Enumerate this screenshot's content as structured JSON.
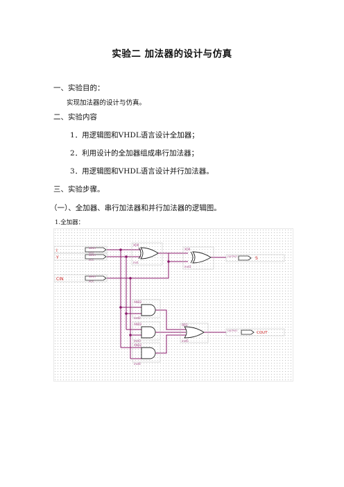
{
  "doc": {
    "title": "实验二 加法器的设计与仿真",
    "s1_heading": "一、实验目的：",
    "s1_text": "实现加法器的设计与仿真。",
    "s2_heading": "二、实验内容",
    "s2_items": [
      "1．用逻辑图和VHDL语言设计全加器；",
      "2．利用设计的全加器组成串行加法器；",
      "3．用逻辑图和VHDL语言设计并行加法器。"
    ],
    "s3_heading": "三、实验步骤。",
    "sub1_heading": "（一）、全加器、串行加法器和并行加法器的逻辑图。",
    "fig_label": "1.全加器："
  },
  "schematic": {
    "inputs": [
      {
        "name": "I",
        "tag": "INPUT",
        "vcc": "VCC"
      },
      {
        "name": "Y",
        "tag": "INPUT",
        "vcc": "VCC"
      },
      {
        "name": "CIN",
        "tag": "INPUT",
        "vcc": "VCC"
      }
    ],
    "gates": [
      {
        "type": "XOR",
        "inst": "inst"
      },
      {
        "type": "XOR",
        "inst": "inst1"
      },
      {
        "type": "AND2",
        "inst": "inst2"
      },
      {
        "type": "AND2",
        "inst": "inst3"
      },
      {
        "type": "AND2",
        "inst": "inst4"
      },
      {
        "type": "OR3",
        "inst": "inst5"
      }
    ],
    "outputs": [
      {
        "name": "S",
        "tag": "OUTPUT"
      },
      {
        "name": "COUT",
        "tag": "OUTPUT"
      }
    ],
    "colors": {
      "wire": "#8b1a6b",
      "node": "#8b1a6b",
      "label": "#a04080",
      "name": "#cc2222",
      "pin": "#222222"
    }
  }
}
